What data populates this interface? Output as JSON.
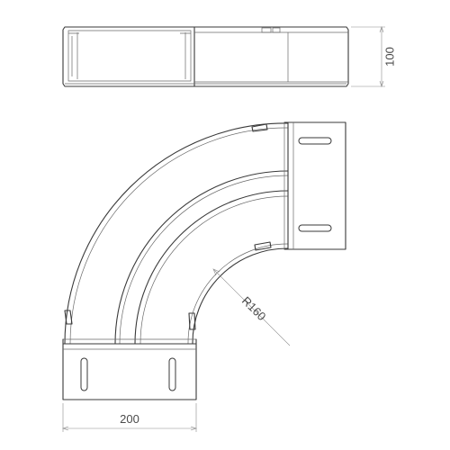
{
  "dimensions": {
    "height": "100",
    "width": "200",
    "radius": "R160"
  }
}
